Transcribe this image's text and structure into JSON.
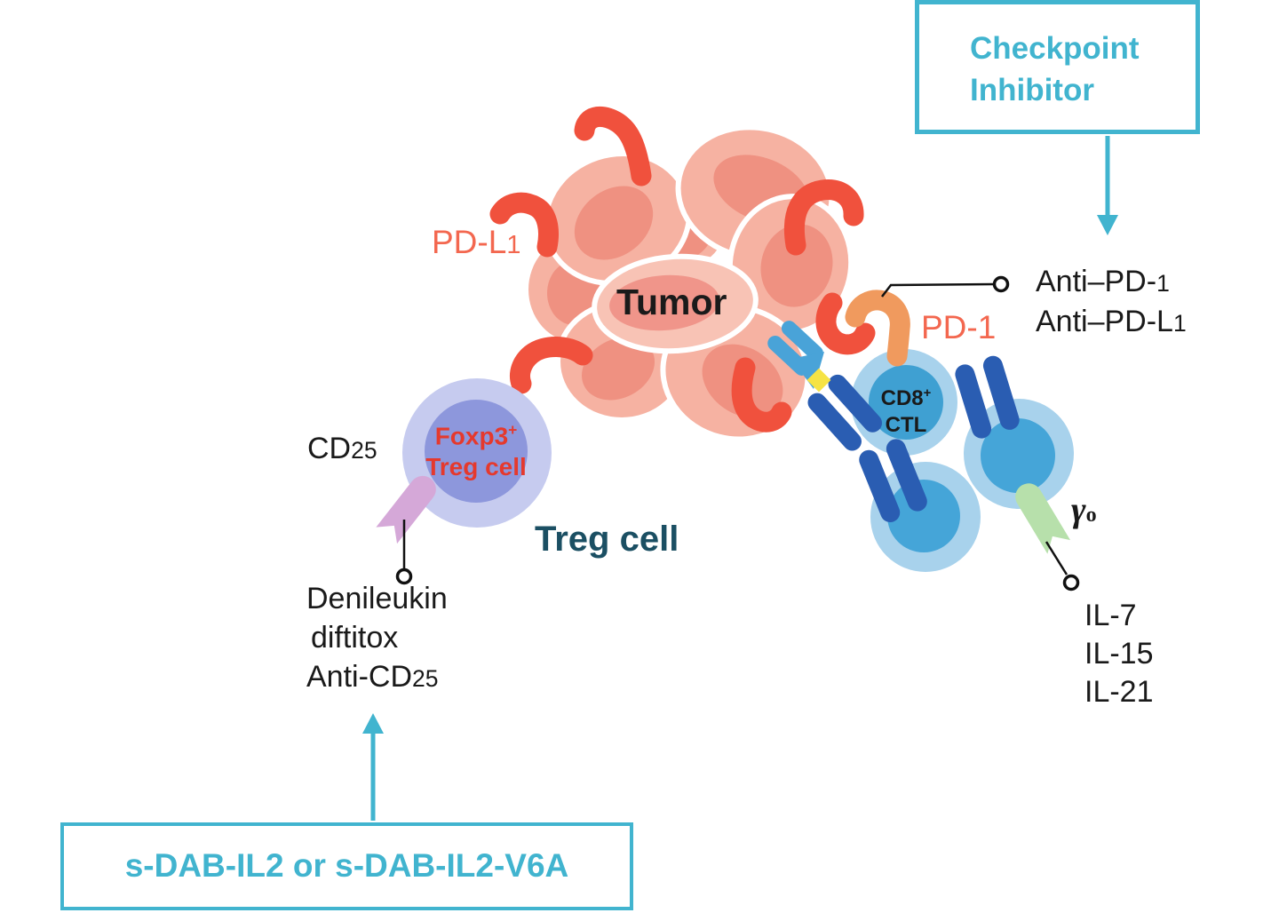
{
  "title": "Tumor immunotherapy diagram: checkpoint inhibitors, Treg-targeting IL-2 fusion toxins, and CD8+ CTL cytokine support",
  "colors": {
    "accent_cyan": "#41b4cf",
    "salmon_text": "#f3674f",
    "red_text": "#e5392d",
    "dark_teal_text": "#1b4f63",
    "black_text": "#1a1a1a",
    "tumor_lobe": "#f6b2a2",
    "tumor_lobe_light": "#f8c3b5",
    "tumor_inner_oval": "#ef9181",
    "pdl1_receptor_red": "#f0513d",
    "pd1_receptor_orange": "#f09a5e",
    "ctl_cell_outer": "#a8d2ec",
    "ctl_cell_inner": "#42a2d4",
    "tcr_dark_blue": "#2a5db2",
    "mhc_light_blue": "#49a3d8",
    "antigen_yellow": "#f6e344",
    "gamma_ribbon_green": "#b7e0ab",
    "cd25_ribbon_pink": "#d5a8d8",
    "treg_outer": "#c6cbef",
    "treg_inner": "#8d97dc",
    "pointer_line": "#111111"
  },
  "labels": {
    "checkpoint": {
      "line1": "Checkpoint",
      "line2": "Inhibitor"
    },
    "anti_pd1": {
      "text": "Anti–PD-",
      "num": "1"
    },
    "anti_pdl1": {
      "text": "Anti–PD-L",
      "num": "1"
    },
    "pd_l1": {
      "text": "PD-L",
      "num": "1"
    },
    "pd_1": "PD-1",
    "tumor": "Tumor",
    "foxp3": {
      "text": "Foxp3",
      "sup": "+"
    },
    "foxp3_line2": "Treg cell",
    "treg": "Treg cell",
    "cd25": {
      "text": "CD",
      "num": "25"
    },
    "denileukin": "Denileukin",
    "diftitox": "diftitox",
    "anti_cd25": {
      "text": "Anti-CD",
      "num": "25"
    },
    "sdab": "s-DAB-IL2 or s-DAB-IL2-V6A",
    "cd8": {
      "text": "CD8",
      "sup": "+"
    },
    "ctl": "CTL",
    "gamma": {
      "text": "γ",
      "sub": "o"
    },
    "il7": "IL-7",
    "il15": "IL-15",
    "il21": "IL-21"
  }
}
